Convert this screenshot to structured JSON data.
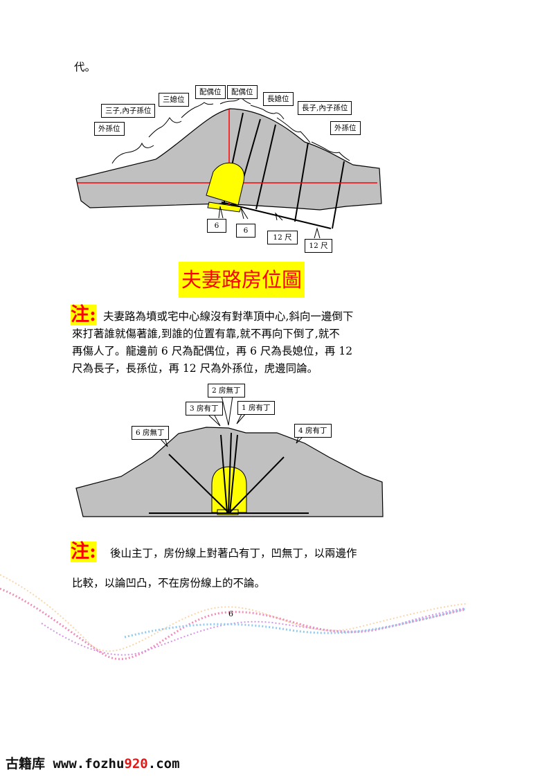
{
  "top_text": "代。",
  "diagram1": {
    "labels": {
      "third_son_grandson": "三子,內子孫位",
      "daughter_in_law3": "三媳位",
      "spouse_left": "配偶位",
      "spouse_right": "配偶位",
      "eldest_daughter_in_law": "長媳位",
      "eldest_son_grandson": "長子,內子孫位",
      "outer_grandson_left": "外孫位",
      "outer_grandson_right": "外孫位"
    },
    "measure": {
      "m1": "6",
      "m2": "6",
      "m3": "12 尺",
      "m4": "12 尺"
    }
  },
  "title": "夫妻路房位圖",
  "note1": {
    "mark": "注",
    "colon": ":",
    "line1": "夫妻路為墳或宅中心線沒有對準頂中心,斜向一邊倒下",
    "line2": "來打著誰就傷著誰,到誰的位置有靠,就不再向下倒了,就不",
    "line3": "再傷人了。龍邊前 6 尺為配偶位，再 6 尺為長媳位，再 12",
    "line4": "尺為長子，長孫位，再 12 尺為外孫位，虎邊同論。"
  },
  "diagram2": {
    "labels": {
      "house2": "2 房無丁",
      "house3": "3 房有丁",
      "house1": "1 房有丁",
      "house6": "6 房無丁",
      "house4": "4 房有丁"
    }
  },
  "note2": {
    "mark": "注",
    "colon": ":",
    "line1": "後山主丁，房份線上對著凸有丁，凹無丁，以兩邊作",
    "line2": "比較，以論凹凸，不在房份線上的不論。"
  },
  "page_number": "6",
  "footer": {
    "brand": "古籍库",
    "site_prefix": "www.fozhu",
    "site_num": "920",
    "site_suffix": ".com"
  },
  "colors": {
    "mountain": "#c0c0c0",
    "grave": "#ffff00",
    "axis": "#ff0000",
    "title_text": "#ff0000",
    "title_bg": "#ffff00"
  }
}
